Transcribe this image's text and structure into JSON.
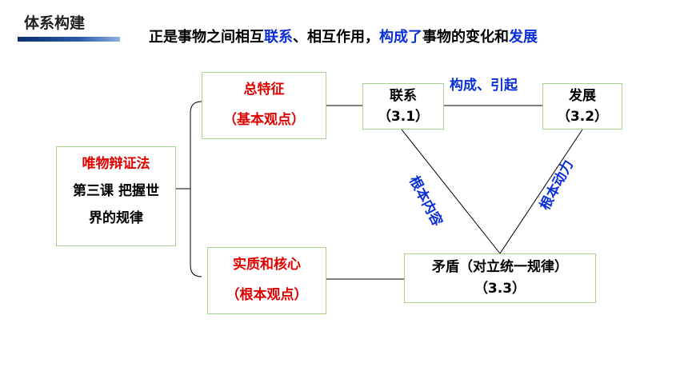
{
  "header": {
    "title": "体系构建"
  },
  "subtitle": {
    "part1": "正是事物之间相互",
    "hl1": "联系",
    "part2": "、相互作用，",
    "hl2": "构成了",
    "part3": "事物的变化和",
    "hl3": "发展"
  },
  "nodes": {
    "root": {
      "line1": "唯物辩证法",
      "line2": "第三课 把握世",
      "line3": "界的规律"
    },
    "general": {
      "line1": "总特征",
      "line2": "（基本观点）"
    },
    "essence": {
      "line1": "实质和核心",
      "line2": "（根本观点）"
    },
    "connection": {
      "line1": "联系",
      "line2": "（3.1）"
    },
    "development": {
      "line1": "发展",
      "line2": "（3.2）"
    },
    "contradiction": {
      "line1": "矛盾（对立统一规律）",
      "line2": "（3.3）"
    }
  },
  "edge_labels": {
    "constitute": "构成、引起",
    "root_content": "根本内容",
    "root_drive": "根本动力"
  },
  "colors": {
    "box_border": "#a9d18e",
    "red_text": "#e00000",
    "blue_text": "#0a2fd6",
    "line": "#000000"
  }
}
